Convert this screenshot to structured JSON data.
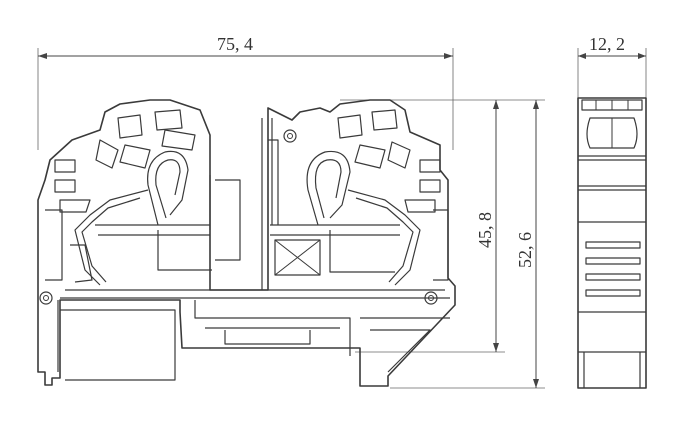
{
  "dimensions": {
    "width_total": "75, 4",
    "height_inner": "45, 8",
    "height_total": "52, 6",
    "depth": "12, 2"
  },
  "colors": {
    "line": "#3a3a3a",
    "background": "#ffffff"
  }
}
